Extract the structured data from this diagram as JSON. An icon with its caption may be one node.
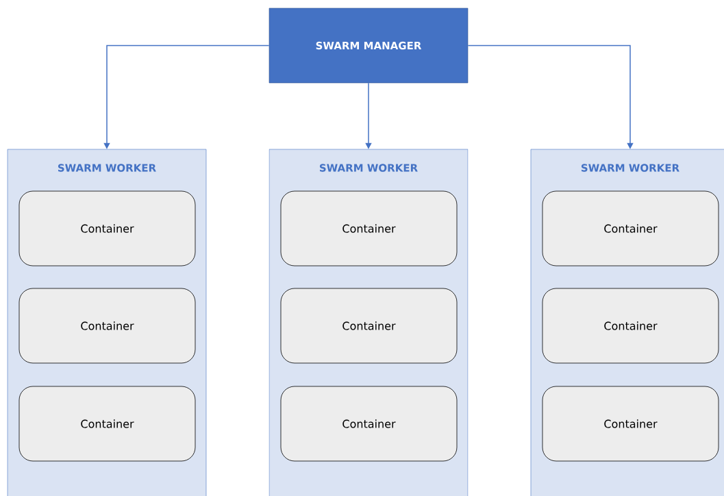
{
  "diagram": {
    "nodes": [
      {
        "text": [
          "SWARM MANAGER"
        ]
      },
      {
        "text": [
          "SWARM WORKER"
        ]
      },
      {
        "text": [
          "Container"
        ],
        "in": 1
      },
      {
        "text": [
          "Container"
        ],
        "in": 1
      },
      {
        "text": [
          "Container"
        ],
        "in": 1
      },
      {
        "text": [
          "SWARM WORKER"
        ]
      },
      {
        "text": [
          "Container"
        ],
        "in": 5
      },
      {
        "text": [
          "Container"
        ],
        "in": 5
      },
      {
        "text": [
          "Container"
        ],
        "in": 5
      },
      {
        "text": [
          "SWARM WORKER"
        ]
      },
      {
        "text": [
          "Container"
        ],
        "in": 9
      },
      {
        "text": [
          "Container"
        ],
        "in": 9
      },
      {
        "text": [
          "Container"
        ],
        "in": 9
      }
    ],
    "edges": [
      {
        "from": 0,
        "to": 1,
        "arrow": "to"
      },
      {
        "from": 0,
        "to": 5,
        "arrow": "to"
      },
      {
        "from": 0,
        "to": 9,
        "arrow": "to"
      }
    ]
  }
}
